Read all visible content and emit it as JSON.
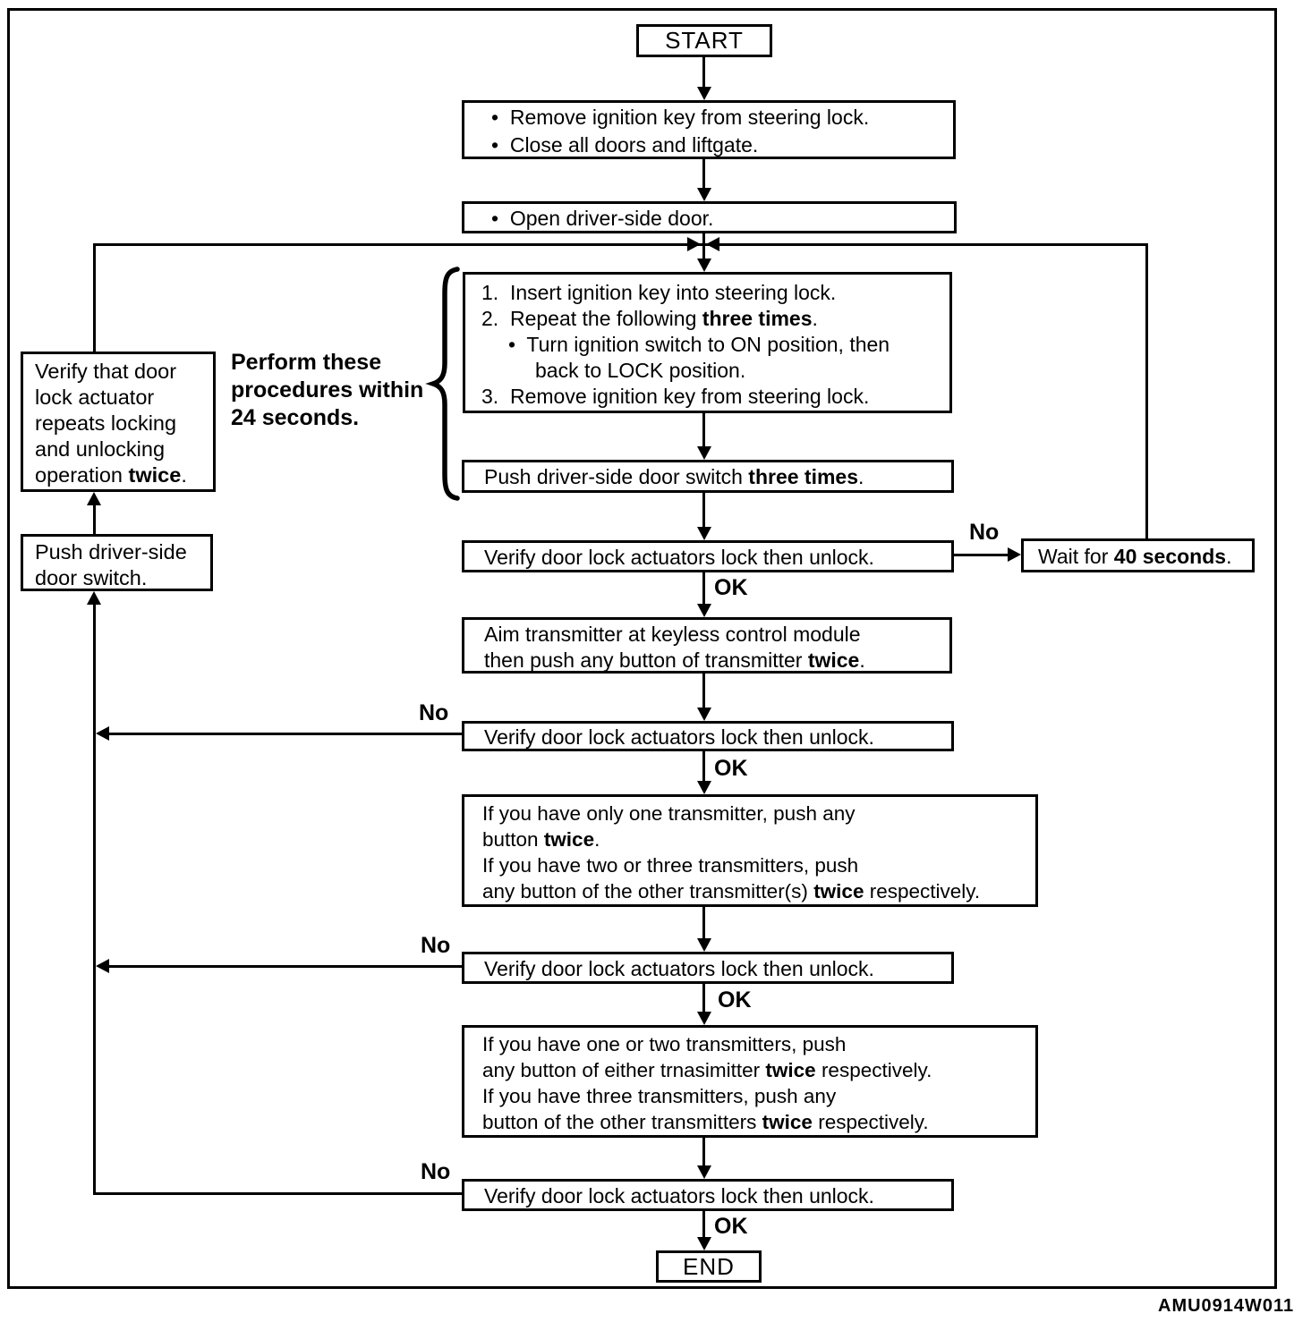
{
  "figure_code": "AMU0914W011",
  "labels": {
    "no": "No",
    "ok": "OK"
  },
  "notes": {
    "perform": [
      {
        "seg": [
          {
            "t": "Perform these",
            "b": true
          }
        ]
      },
      {
        "seg": [
          {
            "t": "procedures within",
            "b": true
          }
        ]
      },
      {
        "seg": [
          {
            "t": "24 seconds.",
            "b": true
          }
        ]
      }
    ]
  },
  "nodes": {
    "start": "START",
    "end": "END",
    "prepare": [
      {
        "seg": [
          {
            "t": "•  Remove ignition key from steering lock."
          }
        ]
      },
      {
        "seg": [
          {
            "t": "•  Close all doors and liftgate."
          }
        ]
      }
    ],
    "open_door": [
      {
        "seg": [
          {
            "t": "•  Open driver-side door."
          }
        ]
      }
    ],
    "procedure": [
      {
        "seg": [
          {
            "t": "1.  Insert ignition key into steering lock."
          }
        ]
      },
      {
        "seg": [
          {
            "t": "2.  Repeat the following "
          },
          {
            "t": "three times",
            "b": true
          },
          {
            "t": "."
          }
        ]
      },
      {
        "ind": 1,
        "seg": [
          {
            "t": "•  Turn ignition switch to ON position, then"
          }
        ]
      },
      {
        "ind": 2,
        "seg": [
          {
            "t": "back to LOCK position."
          }
        ]
      },
      {
        "seg": [
          {
            "t": "3.  Remove ignition key from steering lock."
          }
        ]
      }
    ],
    "push_three": [
      {
        "seg": [
          {
            "t": "Push driver-side door switch "
          },
          {
            "t": "three times",
            "b": true
          },
          {
            "t": "."
          }
        ]
      }
    ],
    "verify": [
      {
        "seg": [
          {
            "t": "Verify door lock actuators lock then unlock."
          }
        ]
      }
    ],
    "wait": [
      {
        "seg": [
          {
            "t": "Wait for "
          },
          {
            "t": "40 seconds",
            "b": true
          },
          {
            "t": "."
          }
        ]
      }
    ],
    "aim": [
      {
        "seg": [
          {
            "t": "Aim transmitter at keyless control module"
          }
        ]
      },
      {
        "seg": [
          {
            "t": "then push any button of transmitter "
          },
          {
            "t": "twice",
            "b": true
          },
          {
            "t": "."
          }
        ]
      }
    ],
    "one_transmitter": [
      {
        "seg": [
          {
            "t": "If you have only one transmitter, push any"
          }
        ]
      },
      {
        "seg": [
          {
            "t": "button "
          },
          {
            "t": "twice",
            "b": true
          },
          {
            "t": "."
          }
        ]
      },
      {
        "seg": [
          {
            "t": "If you have two or three transmitters, push"
          }
        ]
      },
      {
        "seg": [
          {
            "t": "any button of the other transmitter(s) "
          },
          {
            "t": "twice",
            "b": true
          },
          {
            "t": " respectively."
          }
        ]
      }
    ],
    "two_transmitter": [
      {
        "seg": [
          {
            "t": "If you have one or two transmitters, push"
          }
        ]
      },
      {
        "seg": [
          {
            "t": "any button of either trnasimitter "
          },
          {
            "t": "twice",
            "b": true
          },
          {
            "t": " respectively."
          }
        ]
      },
      {
        "seg": [
          {
            "t": "If you have three transmitters, push any"
          }
        ]
      },
      {
        "seg": [
          {
            "t": "button of the other transmitters "
          },
          {
            "t": "twice",
            "b": true
          },
          {
            "t": " respectively."
          }
        ]
      }
    ],
    "left_verify": [
      {
        "seg": [
          {
            "t": "Verify that door"
          }
        ]
      },
      {
        "seg": [
          {
            "t": "lock actuator"
          }
        ]
      },
      {
        "seg": [
          {
            "t": "repeats locking"
          }
        ]
      },
      {
        "seg": [
          {
            "t": "and unlocking"
          }
        ]
      },
      {
        "seg": [
          {
            "t": "operation "
          },
          {
            "t": "twice",
            "b": true
          },
          {
            "t": "."
          }
        ]
      }
    ],
    "left_push": [
      {
        "seg": [
          {
            "t": "Push driver-side"
          }
        ]
      },
      {
        "seg": [
          {
            "t": "door switch."
          }
        ]
      }
    ]
  }
}
